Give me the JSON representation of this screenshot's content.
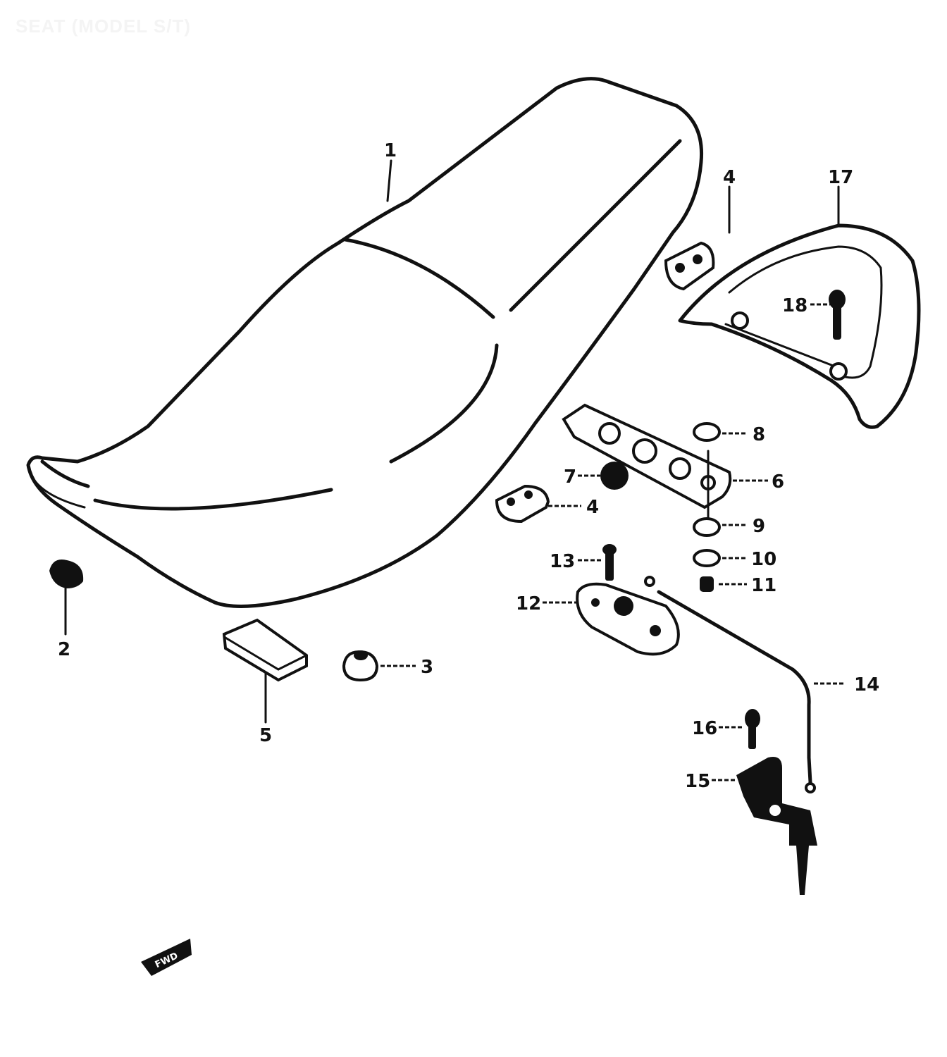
{
  "title": "SEAT (MODEL S/T)",
  "labels": {
    "p1": "1",
    "p2": "2",
    "p3": "3",
    "p4a": "4",
    "p4b": "4",
    "p5": "5",
    "p6": "6",
    "p7": "7",
    "p8": "8",
    "p9": "9",
    "p10": "10",
    "p11": "11",
    "p12": "12",
    "p13": "13",
    "p14": "14",
    "p15": "15",
    "p16": "16",
    "p17": "17",
    "p18": "18"
  },
  "front_arrow": "FWD"
}
